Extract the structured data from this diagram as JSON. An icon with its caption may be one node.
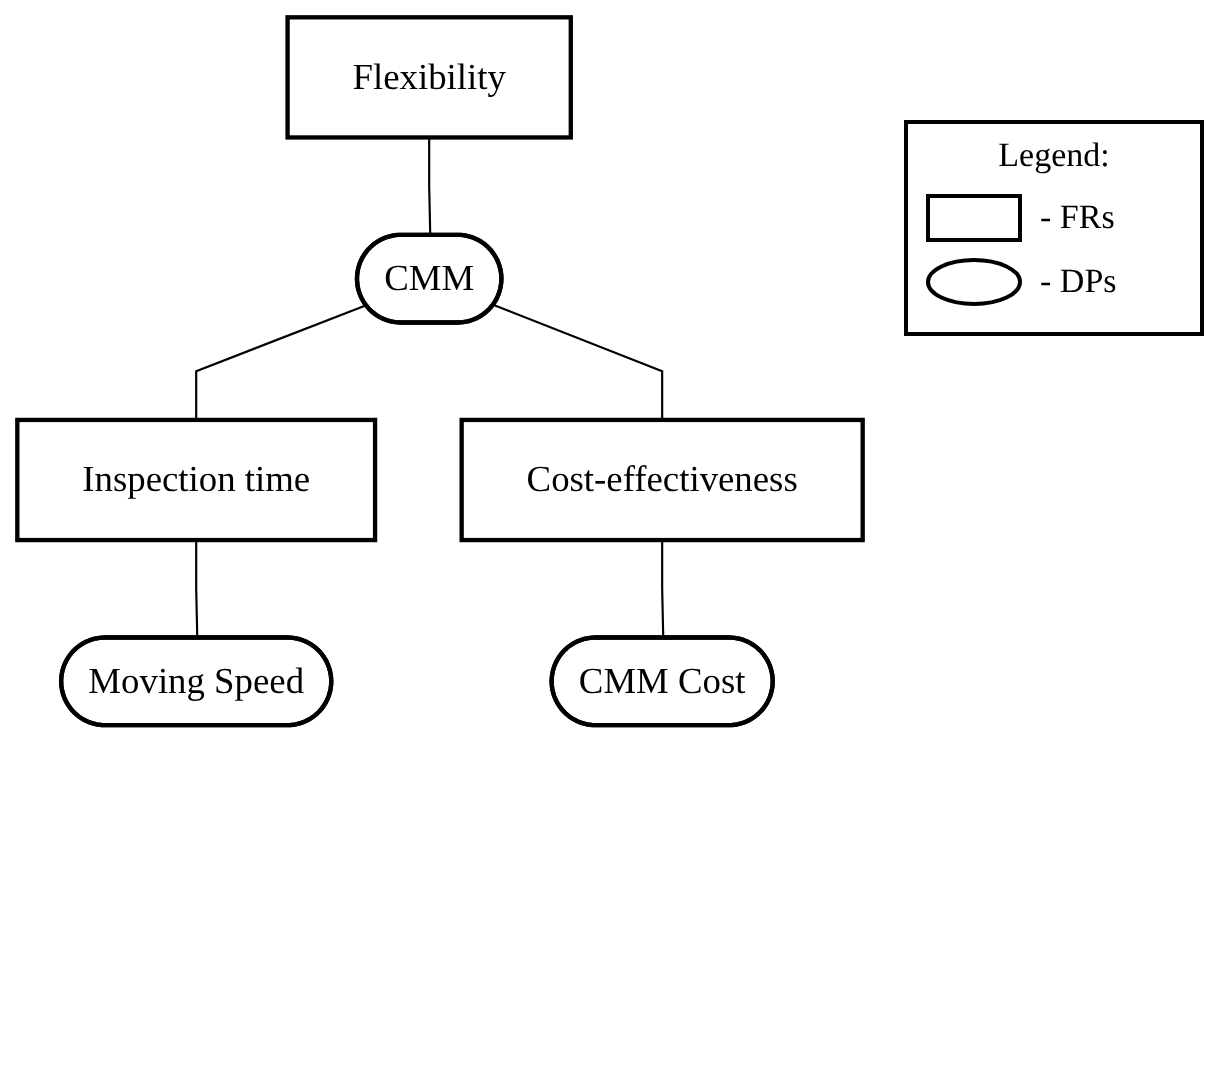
{
  "diagram": {
    "nodes": [
      {
        "text": [
          "Flexibility"
        ]
      },
      {
        "text": [
          "CMM"
        ]
      },
      {
        "text": [
          "Inspection time"
        ]
      },
      {
        "text": [
          "Cost-effectiveness"
        ]
      },
      {
        "text": [
          "Moving Speed"
        ]
      },
      {
        "text": [
          "CMM Cost"
        ]
      }
    ],
    "edges": [
      {
        "from": 0,
        "to": 1,
        "arrow": "none"
      },
      {
        "from": 1,
        "to": 2,
        "arrow": "none"
      },
      {
        "from": 1,
        "to": 3,
        "arrow": "none"
      },
      {
        "from": 2,
        "to": 4,
        "arrow": "none"
      },
      {
        "from": 3,
        "to": 5,
        "arrow": "none"
      }
    ],
    "labels": [
      "Legend:"
    ],
    "legend": [
      {
        "text": "- FRs"
      },
      {
        "text": "- DPs"
      }
    ]
  }
}
